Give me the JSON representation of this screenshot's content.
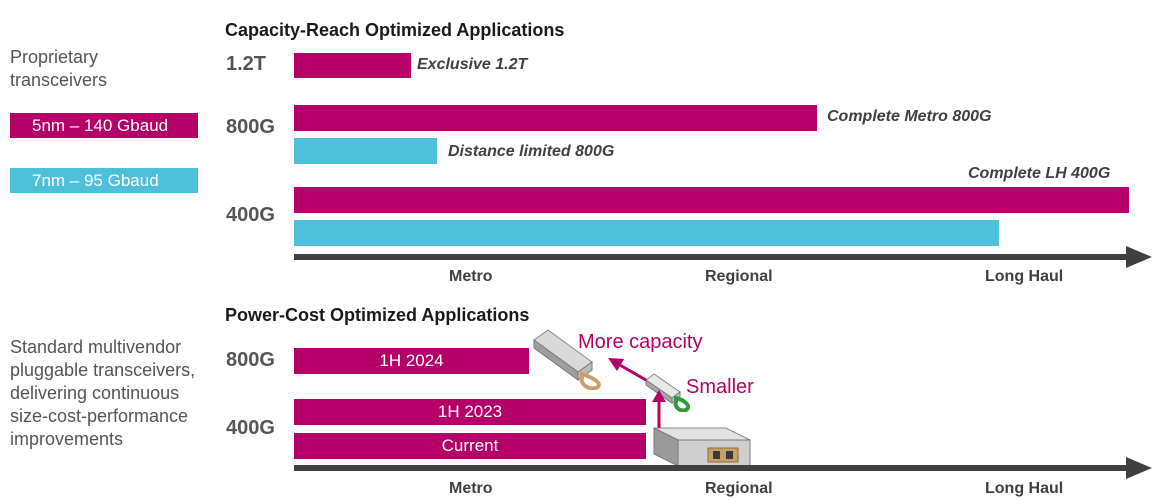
{
  "colors": {
    "magenta": "#B5006A",
    "cyan": "#4FC0DA",
    "axis": "#404040"
  },
  "top": {
    "title": "Capacity-Reach Optimized Applications",
    "side_text": [
      "Proprietary",
      "transceivers"
    ],
    "legend": [
      {
        "label": "5nm – 140 Gbaud",
        "color": "#B5006A"
      },
      {
        "label": "7nm – 95 Gbaud",
        "color": "#4FC0DA"
      }
    ],
    "rows": {
      "r12": "1.2T",
      "r800": "800G",
      "r400": "400G"
    },
    "bars": {
      "exclusive": {
        "label": "Exclusive 1.2T"
      },
      "metro800": {
        "label": "Complete Metro 800G"
      },
      "dist800": {
        "label": "Distance limited 800G"
      },
      "lh400": {
        "label": "Complete LH 400G"
      }
    },
    "axis": [
      "Metro",
      "Regional",
      "Long Haul"
    ]
  },
  "bottom": {
    "title": "Power-Cost Optimized Applications",
    "side_text": [
      "Standard multivendor",
      "pluggable transceivers,",
      "delivering continuous",
      "size-cost-performance",
      "improvements"
    ],
    "rows": {
      "r800": "800G",
      "r400": "400G"
    },
    "bars": {
      "b800": {
        "label": "1H 2024"
      },
      "b2023": {
        "label": "1H 2023"
      },
      "current": {
        "label": "Current"
      }
    },
    "annotations": {
      "more_capacity": "More capacity",
      "smaller": "Smaller"
    },
    "axis": [
      "Metro",
      "Regional",
      "Long Haul"
    ]
  }
}
